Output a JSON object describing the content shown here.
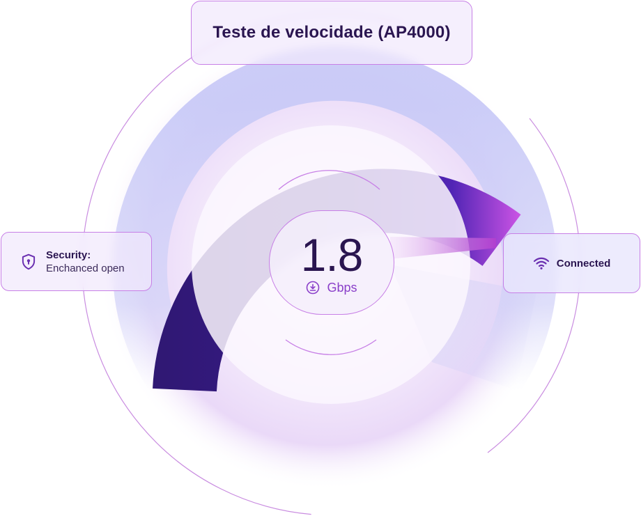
{
  "title": "Teste de velocidade (AP4000)",
  "security": {
    "label": "Security:",
    "value": "Enchanced open",
    "icon": "shield-lock-icon"
  },
  "connection": {
    "status": "Connected",
    "icon": "wifi-icon"
  },
  "speed": {
    "value": "1.8",
    "unit": "Gbps",
    "icon": "download-icon"
  },
  "gauge": {
    "fill_fraction": 0.78
  },
  "colors": {
    "gauge_dark": "#2e1770",
    "gauge_mid": "#4a22a8",
    "gauge_accent": "#c24de0",
    "gauge_track": "#cfd0f7",
    "border_accent": "#c77fe6",
    "text_dark": "#2a1550",
    "unit_accent": "#8a3fc9"
  }
}
